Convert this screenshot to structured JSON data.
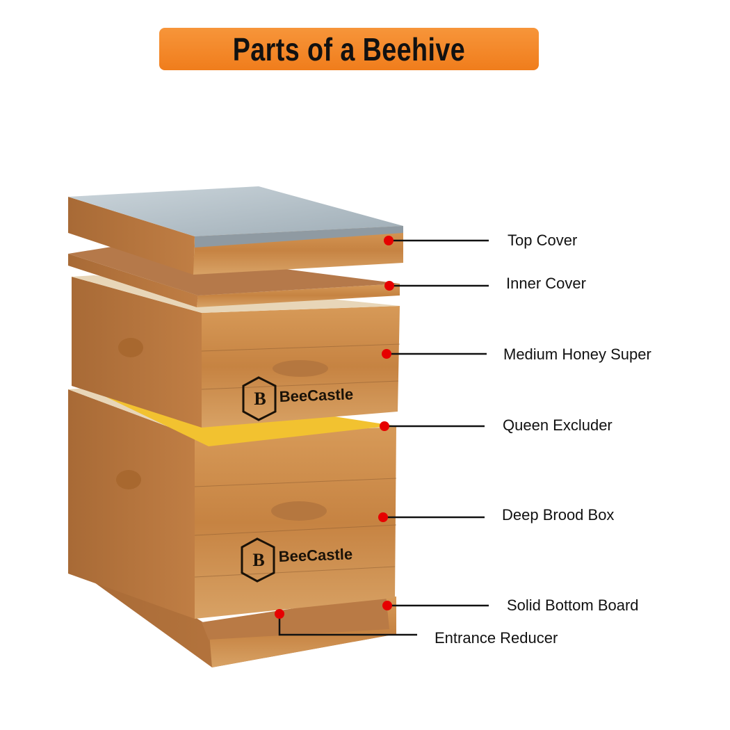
{
  "title": "Parts of a Beehive",
  "brand_logo": "BeeCastle",
  "parts": [
    {
      "label": "Top Cover"
    },
    {
      "label": "Inner Cover"
    },
    {
      "label": "Medium Honey Super"
    },
    {
      "label": "Queen Excluder"
    },
    {
      "label": "Deep Brood Box"
    },
    {
      "label": "Solid Bottom Board"
    },
    {
      "label": "Entrance Reducer"
    }
  ],
  "colors": {
    "title_bar": "#f28a2a",
    "marker": "#e60000",
    "wood": "#c98a4b",
    "metal": "#b9c5cd",
    "excluder": "#f2c230"
  }
}
